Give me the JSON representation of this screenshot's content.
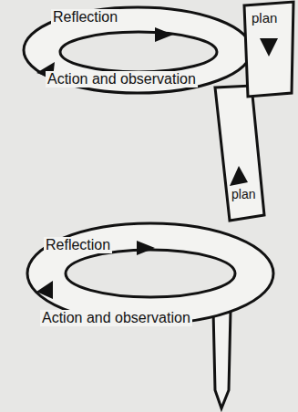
{
  "diagram": {
    "labels": [
      "Reflection",
      "plan",
      "Action and observation",
      "plan",
      "Reflection",
      "Action and observation"
    ]
  }
}
